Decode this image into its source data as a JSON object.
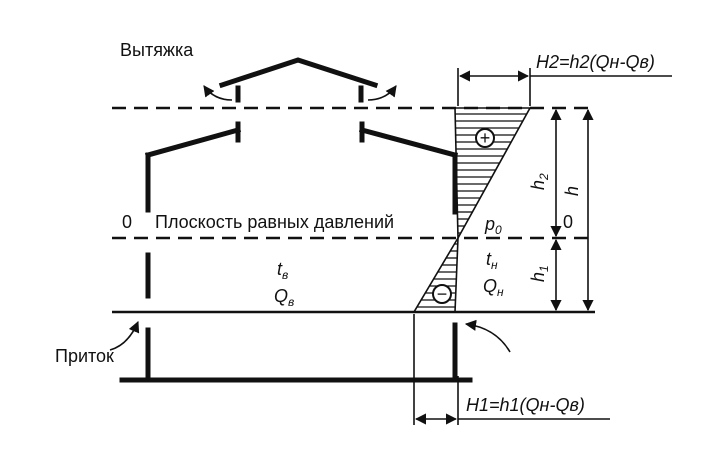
{
  "labels": {
    "exhaust": "Вытяжка",
    "intake": "Приток",
    "zero_left": "0",
    "zero_right": "0",
    "plane": "Плоскость равных давлений",
    "p0": "p",
    "p0_sub": "0",
    "t_in": "t",
    "t_in_sub": "в",
    "q_in": "Q",
    "q_in_sub": "в",
    "t_out": "t",
    "t_out_sub": "н",
    "q_out": "Q",
    "q_out_sub": "н",
    "h": "h",
    "h1": "h",
    "h1_sub": "1",
    "h2": "h",
    "h2_sub": "2",
    "plus": "+",
    "minus": "−"
  },
  "formulas": {
    "H2": "H2=h2(Qн-Qв)",
    "H1": "H1=h1(Qн-Qв)"
  }
}
